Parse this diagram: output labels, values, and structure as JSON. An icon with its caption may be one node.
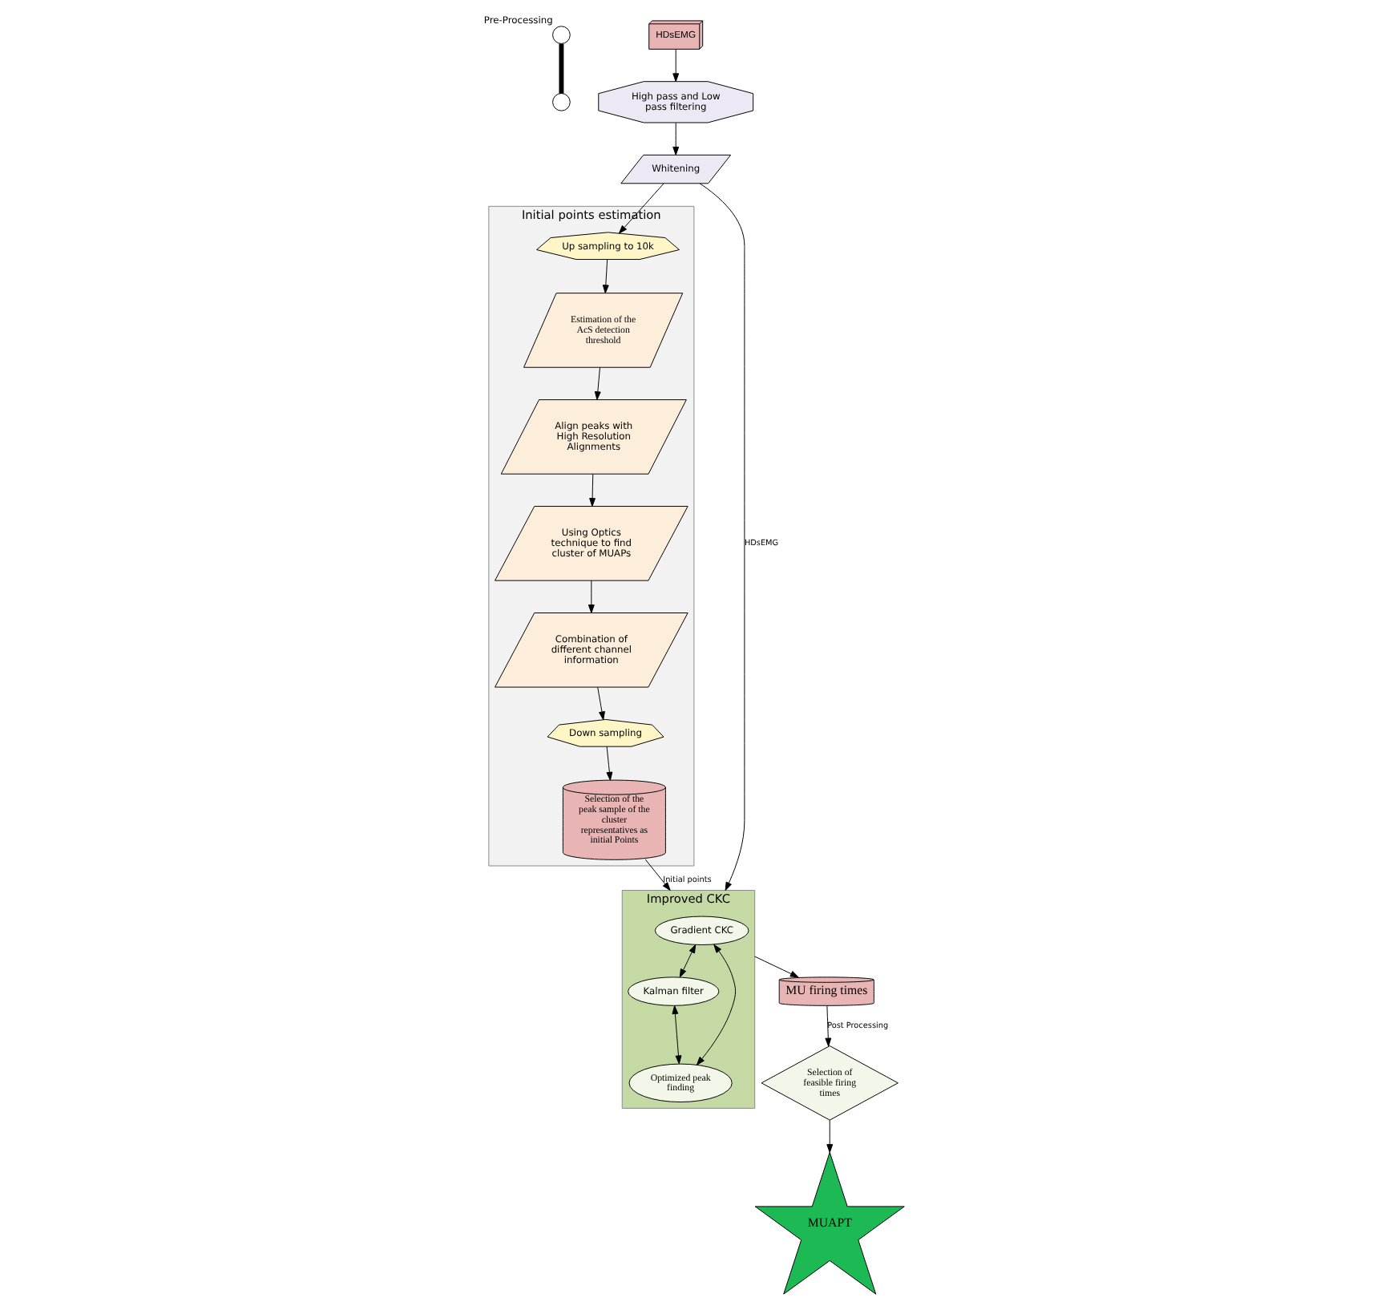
{
  "diagram": {
    "nodes": [
      {
        "text": [],
        "shape": "circle",
        "beside": [
          "Pre-Processing"
        ]
      },
      {
        "text": [],
        "shape": "circle"
      },
      {
        "text": [
          "HDsEMG"
        ]
      },
      {
        "text": [
          "High pass and Low pass filtering"
        ]
      },
      {
        "text": [
          "Whitening"
        ]
      },
      {
        "text": [
          "Initial points estimation"
        ]
      },
      {
        "text": [
          "Up sampling to 10k"
        ],
        "in": 5
      },
      {
        "text": [
          "Estimation of the AcS detection threshold"
        ],
        "in": 5
      },
      {
        "text": [
          "Align peaks with High Resolution Alignments"
        ],
        "in": 5
      },
      {
        "text": [
          "Using Optics technique to find cluster of MUAPs"
        ],
        "in": 5
      },
      {
        "text": [
          "Combination of different channel information"
        ],
        "in": 5
      },
      {
        "text": [
          "Down sampling"
        ],
        "in": 5
      },
      {
        "text": [
          "Selection of the peak sample of the cluster representatives as initial Points"
        ],
        "in": 5
      },
      {
        "text": [
          "Improved CKC"
        ]
      },
      {
        "text": [
          "Gradient CKC"
        ],
        "in": 13
      },
      {
        "text": [
          "Kalman filter"
        ],
        "in": 13
      },
      {
        "text": [
          "Optimized peak finding"
        ],
        "in": 13
      },
      {
        "text": [
          "MU firing times"
        ]
      },
      {
        "text": [
          "Selection of feasible firing times"
        ]
      },
      {
        "text": [
          "MUAPT"
        ]
      }
    ],
    "edges": [
      {
        "from": 0,
        "to": 1,
        "arrow": "none",
        "style": "thick"
      },
      {
        "from": 2,
        "to": 3,
        "arrow": "to"
      },
      {
        "from": 3,
        "to": 4,
        "arrow": "to"
      },
      {
        "from": 4,
        "to": 6,
        "arrow": "to"
      },
      {
        "from": 6,
        "to": 7,
        "arrow": "to"
      },
      {
        "from": 7,
        "to": 8,
        "arrow": "to"
      },
      {
        "from": 8,
        "to": 9,
        "arrow": "to"
      },
      {
        "from": 9,
        "to": 10,
        "arrow": "to"
      },
      {
        "from": 10,
        "to": 11,
        "arrow": "to"
      },
      {
        "from": 11,
        "to": 12,
        "arrow": "to"
      },
      {
        "from": 4,
        "to": 13,
        "arrow": "to",
        "label": "HDsEMG"
      },
      {
        "from": 12,
        "to": 13,
        "arrow": "to",
        "label": "Initial points"
      },
      {
        "from": 14,
        "to": 15,
        "arrow": "both"
      },
      {
        "from": 14,
        "to": 16,
        "arrow": "both"
      },
      {
        "from": 15,
        "to": 16,
        "arrow": "both"
      },
      {
        "from": 13,
        "to": 17,
        "arrow": "to"
      },
      {
        "from": 17,
        "to": 18,
        "arrow": "to",
        "label": "Post Processing"
      },
      {
        "from": 18,
        "to": 19,
        "arrow": "to"
      }
    ]
  }
}
